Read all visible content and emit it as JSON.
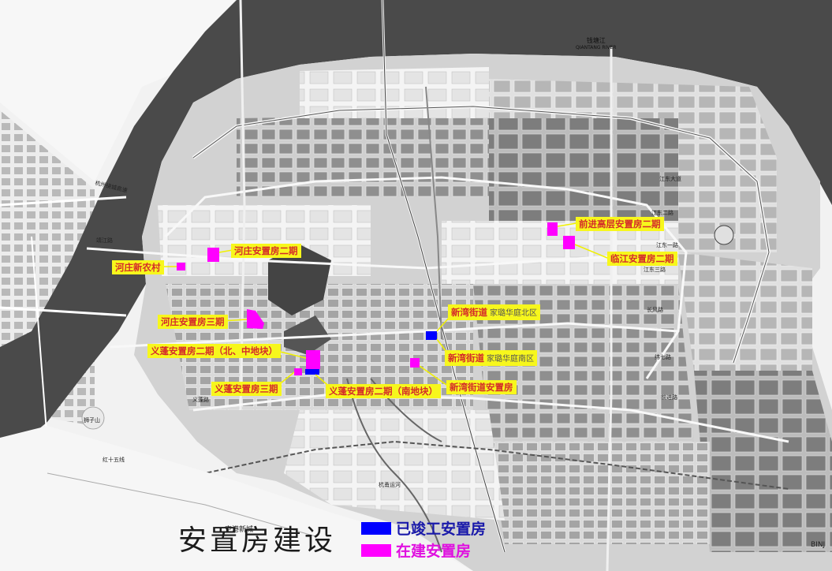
{
  "title": "安置房建设",
  "legend": {
    "completed": {
      "label": "已竣工安置房",
      "color": "#0000ff"
    },
    "under_construction": {
      "label": "在建安置房",
      "color": "#ff00ff"
    }
  },
  "river": {
    "name_cn": "钱塘江",
    "name_en": "QIANTANG RIVER"
  },
  "labels": {
    "qianjin": "前进高层安置房二期",
    "linjiang": "临江安置房二期",
    "hezhuang2": "河庄安置房二期",
    "hezhuang_village": "河庄新农村",
    "hezhuang3": "河庄安置房三期",
    "xinwan_north_a": "新湾街道",
    "xinwan_north_b": "家璐华庭北区",
    "yipeng2_north": "义蓬安置房二期（北、中地块）",
    "xinwan_south_a": "新湾街道",
    "xinwan_south_b": "家璐华庭南区",
    "yipeng3": "义蓬安置房三期",
    "xinwan_street": "新湾街道安置房",
    "yipeng2_south": "义蓬安置房二期（南地块）"
  },
  "map_text": {
    "airport_new_city": "空港新城",
    "binjiang": "BINJ",
    "road_1": "江东大道",
    "road_2": "江东一路",
    "road_3": "江东二路",
    "road_4": "江东三路",
    "road_5": "长风路",
    "road_6": "纬七路",
    "road_7": "前进路",
    "road_8": "义蓬路",
    "road_9": "杭州绕城高速",
    "road_10": "红十五线",
    "road_11": "狮子山",
    "road_12": "杭甬运河",
    "road_13": "靖江路"
  }
}
